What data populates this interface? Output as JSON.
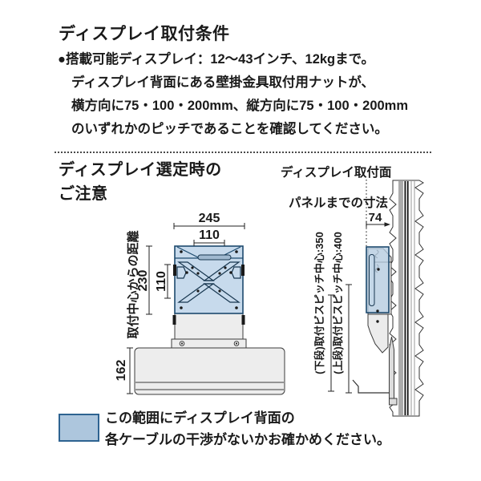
{
  "section1": {
    "title": "ディスプレイ取付条件",
    "bullet": "●",
    "line1": "搭載可能ディスプレイ：12～43インチ、12kgまで。",
    "line2": "ディスプレイ背面にある壁掛金具取付用ナットが、",
    "line3": "横方向に75・100・200mm、縦方向に75・100・200mm",
    "line4": "のいずれかのピッチであることを確認してください。"
  },
  "section2": {
    "heading1": "ディスプレイ選定時の",
    "heading2": "ご注意"
  },
  "front_view": {
    "axis_label": "取付中心からの距離",
    "dim_outer_width": "245",
    "dim_inner_width": "110",
    "dim_outer_height": "230",
    "dim_inner_height": "110",
    "dim_base_height": "162"
  },
  "side_view": {
    "label_mount_surface": "ディスプレイ取付面",
    "label_panel_dim": "パネルまでの寸法",
    "dim_to_panel": "74",
    "label_pitch_lower": "(下段)取付ビスピッチ中心:350",
    "label_pitch_upper": "(上段)取付ビスピッチ中心:400"
  },
  "legend": {
    "line1": "この範囲にディスプレイ背面の",
    "line2": "各ケーブルの干渉がないかお確かめください。",
    "swatch_color": "#adc6dd",
    "swatch_border_color": "#2e6391"
  },
  "colors": {
    "plate_blue": "#c7daec",
    "plate_stroke": "#1d4a6e",
    "metal_gray": "#ececec",
    "line_dark": "#3c3c3c"
  }
}
